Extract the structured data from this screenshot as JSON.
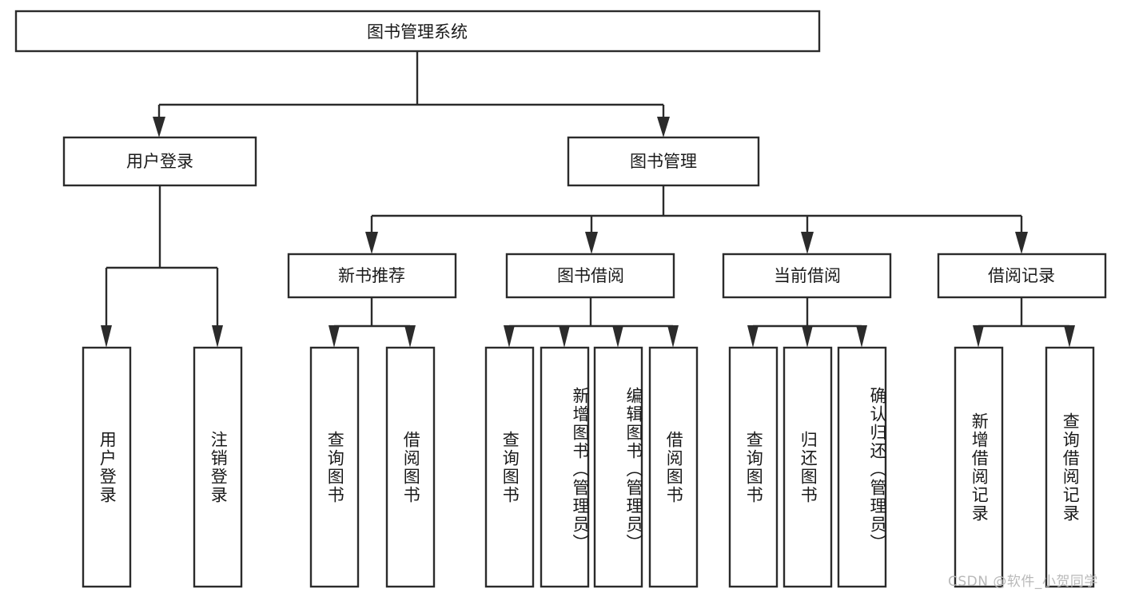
{
  "diagram": {
    "type": "tree-hierarchy",
    "title": "图书管理系统",
    "orientation": "top-down",
    "colors": {
      "box_stroke": "#2b2b2b",
      "box_fill": "#ffffff",
      "connector": "#2b2b2b",
      "text": "#1a1a1a",
      "background": "#ffffff",
      "watermark": "#b9b9b9"
    },
    "root": {
      "label": "图书管理系统"
    },
    "level2": [
      {
        "label": "用户登录"
      },
      {
        "label": "图书管理"
      }
    ],
    "level3": [
      {
        "label": "新书推荐"
      },
      {
        "label": "图书借阅"
      },
      {
        "label": "当前借阅"
      },
      {
        "label": "借阅记录"
      }
    ],
    "leaves": {
      "user_login": [
        {
          "label": "用户登录"
        },
        {
          "label": "注销登录"
        }
      ],
      "new_book_recommend": [
        {
          "label": "查询图书"
        },
        {
          "label": "借阅图书"
        }
      ],
      "book_borrow": [
        {
          "label": "查询图书"
        },
        {
          "label": "新增图书（管理员）"
        },
        {
          "label": "编辑图书（管理员）"
        },
        {
          "label": "借阅图书"
        }
      ],
      "current_borrow": [
        {
          "label": "查询图书"
        },
        {
          "label": "归还图书"
        },
        {
          "label": "确认归还（管理员）"
        }
      ],
      "borrow_record": [
        {
          "label": "新增借阅记录"
        },
        {
          "label": "查询借阅记录"
        }
      ]
    },
    "watermark": "CSDN @软件_小贺同学"
  }
}
